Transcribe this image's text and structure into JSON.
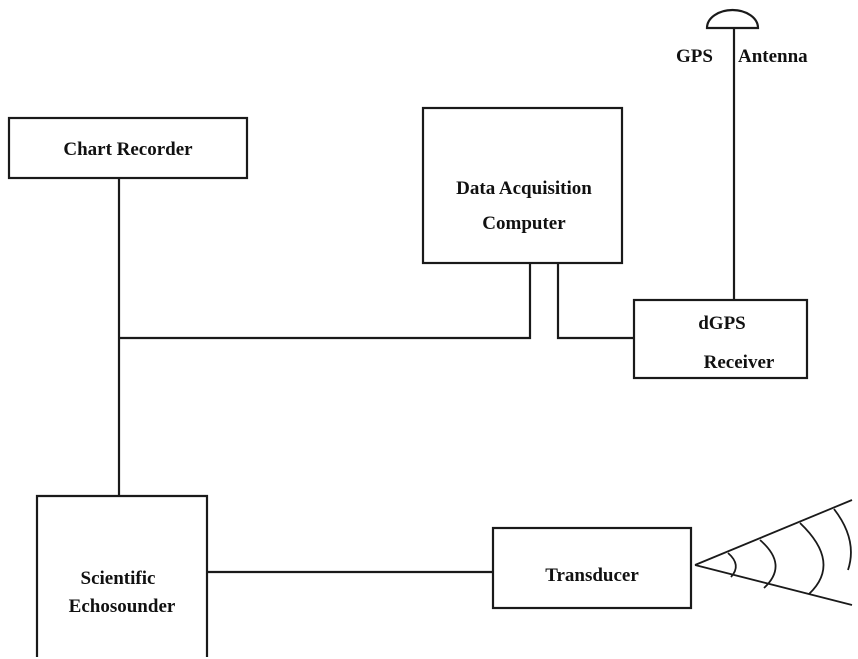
{
  "diagram": {
    "gps_antenna": {
      "label_left": "GPS",
      "label_right": "Antenna"
    },
    "chart_recorder": {
      "label": "Chart Recorder"
    },
    "data_acquisition": {
      "line1": "Data Acquisition",
      "line2": "Computer"
    },
    "dgps_receiver": {
      "line1": "dGPS",
      "line2": "Receiver"
    },
    "echosounder": {
      "line1": "Scientific",
      "line2": "Echosounder"
    },
    "transducer": {
      "label": "Transducer"
    }
  }
}
